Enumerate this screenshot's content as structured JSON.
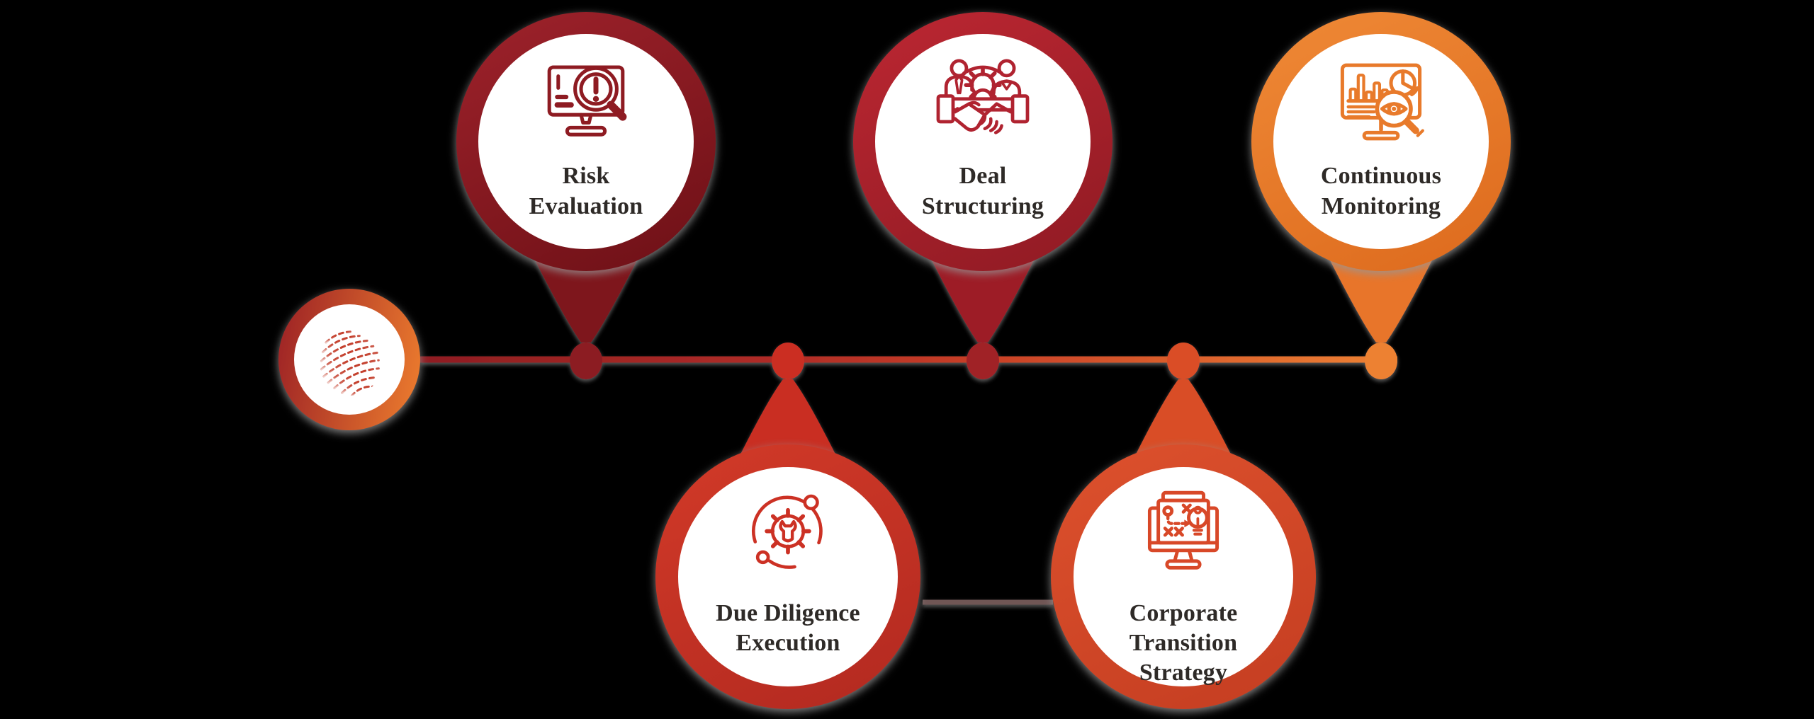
{
  "background_color": "#000000",
  "text_color": "#2e2a27",
  "hub": {
    "icon": "dashed-globe-logo-icon",
    "ring_gradient": [
      "#9b2025",
      "#ee7e2e"
    ],
    "logo_color": "#c23a27"
  },
  "timeline": {
    "line_gradient": [
      "#8f1d22",
      "#b02c26",
      "#c83e27",
      "#ee8232"
    ],
    "bottom_connector_color": "#6f5754"
  },
  "nodes": [
    {
      "id": "risk-evaluation",
      "row": "top",
      "label_lines": [
        "Risk",
        "Evaluation"
      ],
      "icon": "risk-scan-monitor-icon",
      "ring_gradient": [
        "#9e222b",
        "#6d1016"
      ],
      "accent": "#8e1b22",
      "tail_color": "#7e161d",
      "dot_color": "#8c1a20"
    },
    {
      "id": "deal-structuring",
      "row": "top",
      "label_lines": [
        "Deal",
        "Structuring"
      ],
      "icon": "handshake-gear-icon",
      "ring_gradient": [
        "#bc2732",
        "#8f1a23"
      ],
      "accent": "#b02330",
      "tail_color": "#9d1f28",
      "dot_color": "#a02028"
    },
    {
      "id": "continuous-monitoring",
      "row": "top",
      "label_lines": [
        "Continuous",
        "Monitoring"
      ],
      "icon": "dashboard-eye-magnifier-icon",
      "ring_gradient": [
        "#ef8936",
        "#dd6a1d"
      ],
      "accent": "#e87a2b",
      "tail_color": "#e8742a",
      "dot_color": "#ed8132"
    },
    {
      "id": "due-diligence-execution",
      "row": "bottom",
      "label_lines": [
        "Due Diligence",
        "Execution"
      ],
      "icon": "gear-wrench-orbit-icon",
      "ring_gradient": [
        "#d23a28",
        "#b22920"
      ],
      "accent": "#cc3124",
      "tail_color": "#c92e24",
      "dot_color": "#cb2f24"
    },
    {
      "id": "corporate-transition-strategy",
      "row": "bottom",
      "label_lines": [
        "Corporate",
        "Transition",
        "Strategy"
      ],
      "icon": "strategy-board-monitor-icon",
      "ring_gradient": [
        "#dd512d",
        "#c43d21"
      ],
      "accent": "#d84828",
      "tail_color": "#d94d27",
      "dot_color": "#da4e28"
    }
  ]
}
